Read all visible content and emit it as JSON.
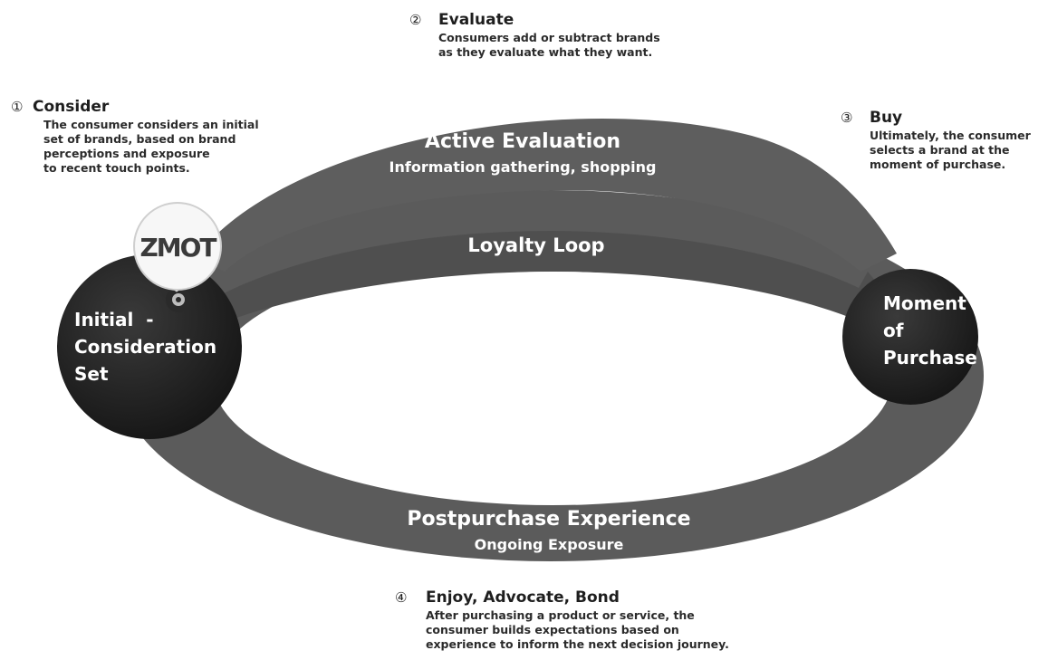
{
  "steps": {
    "consider": {
      "number": "①",
      "title": "Consider",
      "lines": [
        "The consumer considers an initial",
        "set of brands, based on brand",
        "perceptions and exposure",
        "to recent touch points."
      ]
    },
    "evaluate": {
      "number": "②",
      "title": "Evaluate",
      "lines": [
        "Consumers add or subtract brands",
        "as they evaluate what they want."
      ]
    },
    "buy": {
      "number": "③",
      "title": "Buy",
      "lines": [
        "Ultimately, the consumer",
        "selects a brand at the",
        "moment of purchase."
      ]
    },
    "enjoy": {
      "number": "④",
      "title": "Enjoy, Advocate, Bond",
      "lines": [
        "After purchasing a product or service, the",
        "consumer builds expectations based on",
        "experience to inform the next decision journey."
      ]
    }
  },
  "arcs": {
    "active_title": "Active Evaluation",
    "active_sub": "Information gathering, shopping",
    "loyalty": "Loyalty Loop",
    "post_title": "Postpurchase Experience",
    "post_sub": "Ongoing Exposure"
  },
  "nodes": {
    "initial": [
      "Initial  -",
      "Consideration",
      "Set"
    ],
    "moment": [
      "Moment",
      "of",
      "Purchase"
    ],
    "zmot": "ZMOT"
  }
}
